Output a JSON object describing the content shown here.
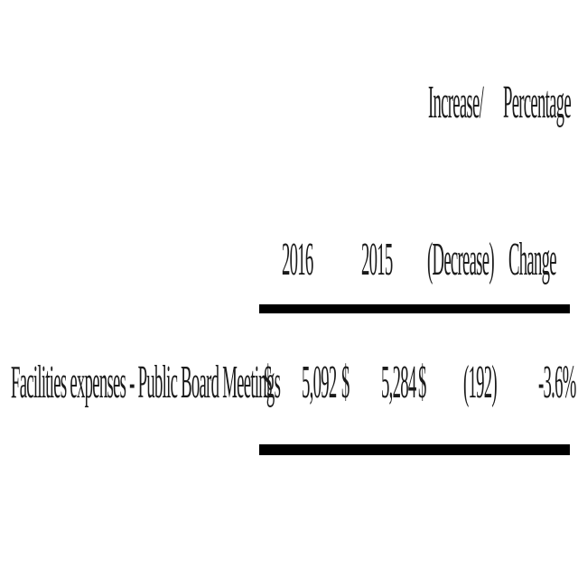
{
  "table": {
    "header_row1": {
      "increase": "Increase/",
      "percentage": "Percentage"
    },
    "header_row2": {
      "y2016": "2016",
      "y2015": "2015",
      "decrease": "(Decrease)",
      "change": "Change"
    },
    "row": {
      "label": "Facilities expenses - Public Board Meetings",
      "currency1": "$",
      "value_2016": "5,092",
      "currency2": "$",
      "value_2015": "5,284",
      "currency3": "$",
      "delta": "(192)",
      "pct_change": "-3.6%"
    }
  }
}
